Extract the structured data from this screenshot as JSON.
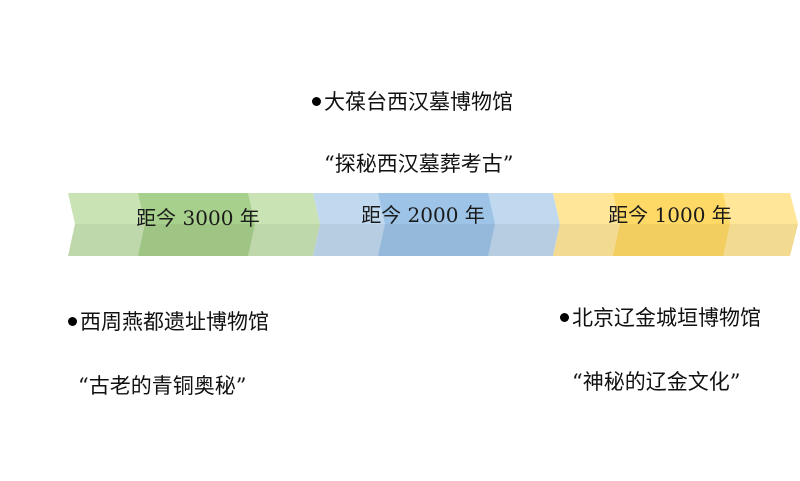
{
  "timeline": {
    "segments": [
      {
        "label": "距今 3000 年",
        "color": "#a8d08d"
      },
      {
        "label": "距今 2000 年",
        "color": "#9dc3e6"
      },
      {
        "label": "距今 1000 年",
        "color": "#ffd966"
      }
    ]
  },
  "notes": [
    {
      "title": "大葆台西汉墓博物馆",
      "subtitle": "“探秘西汉墓葬考古”"
    },
    {
      "title": "西周燕都遗址博物馆",
      "subtitle": "“古老的青铜奥秘”"
    },
    {
      "title": "北京辽金城垣博物馆",
      "subtitle": "“神秘的辽金文化”"
    }
  ]
}
